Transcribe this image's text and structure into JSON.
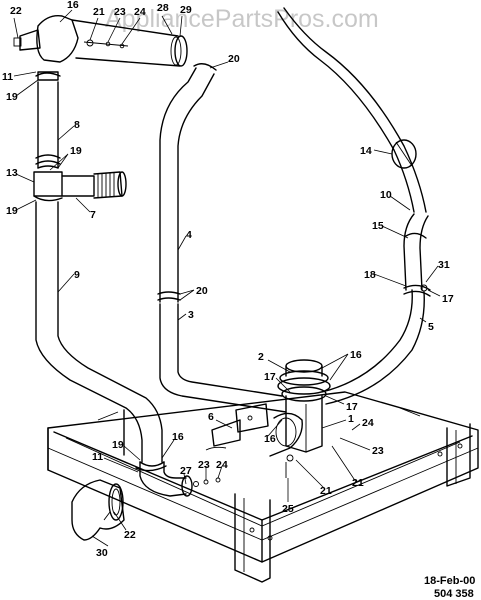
{
  "watermark": "AppliancePartsPros.com",
  "footer": {
    "date": "18-Feb-00",
    "code": "504 358"
  },
  "labels": {
    "l22a": "22",
    "l16a": "16",
    "l21a": "21",
    "l23a": "23",
    "l24a": "24",
    "l28": "28",
    "l29": "29",
    "l11a": "11",
    "l19a": "19",
    "l20a": "20",
    "l8": "8",
    "l19b": "19",
    "l13": "13",
    "l19c": "19",
    "l7": "7",
    "l14": "14",
    "l10": "10",
    "l15": "15",
    "l4": "4",
    "l9": "9",
    "l18": "18",
    "l31": "31",
    "l17a": "17",
    "l20b": "20",
    "l3": "3",
    "l5": "5",
    "l2": "2",
    "l16b": "16",
    "l17b": "17",
    "l17c": "17",
    "l1": "1",
    "l24b": "24",
    "l6": "6",
    "l16c": "16",
    "l16d": "16",
    "l19d": "19",
    "l23b": "23",
    "l11b": "11",
    "l27": "27",
    "l23c": "23",
    "l24c": "24",
    "l21b": "21",
    "l21c": "21",
    "l25": "25",
    "l22b": "22",
    "l30": "30"
  }
}
